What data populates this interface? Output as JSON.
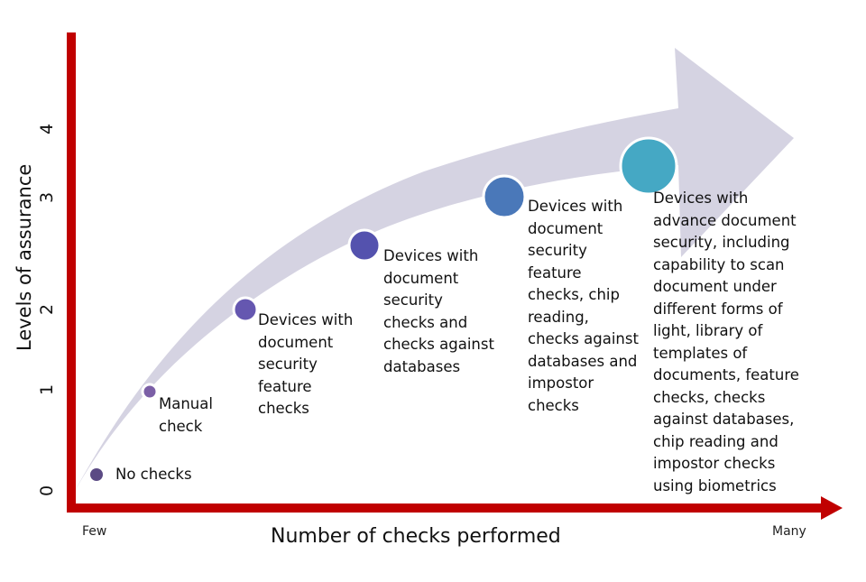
{
  "colors": {
    "axis": "#C00000",
    "arrow_band": "#D5D3E2",
    "stage_colors": [
      "#5B4A84",
      "#7B5FA6",
      "#6557B0",
      "#5452AE",
      "#4A78B9",
      "#45A8C4"
    ]
  },
  "axes": {
    "y_title": "Levels of assurance",
    "x_title": "Number of checks performed",
    "x_start": "Few",
    "x_end": "Many",
    "y_ticks": [
      "0",
      "1",
      "2",
      "3",
      "4"
    ]
  },
  "stages": [
    {
      "level": 0,
      "label": "No checks"
    },
    {
      "level": 1,
      "label": "Manual\ncheck"
    },
    {
      "level": 2,
      "label": "Devices with\ndocument\nsecurity\nfeature\nchecks"
    },
    {
      "level": 2.6,
      "label": "Devices with\ndocument\nsecurity\nchecks and\nchecks against\ndatabases"
    },
    {
      "level": 3.1,
      "label": "Devices with\ndocument\nsecurity\nfeature\nchecks, chip\nreading,\nchecks against\ndatabases and\nimpostor\nchecks"
    },
    {
      "level": 3.5,
      "label": "Devices with\nadvance document\nsecurity, including\ncapability to scan\ndocument under\ndifferent forms of\nlight, library of\ntemplates of\ndocuments, feature\nchecks, checks\nagainst databases,\nchip reading and\nimpostor checks\nusing biometrics"
    }
  ]
}
